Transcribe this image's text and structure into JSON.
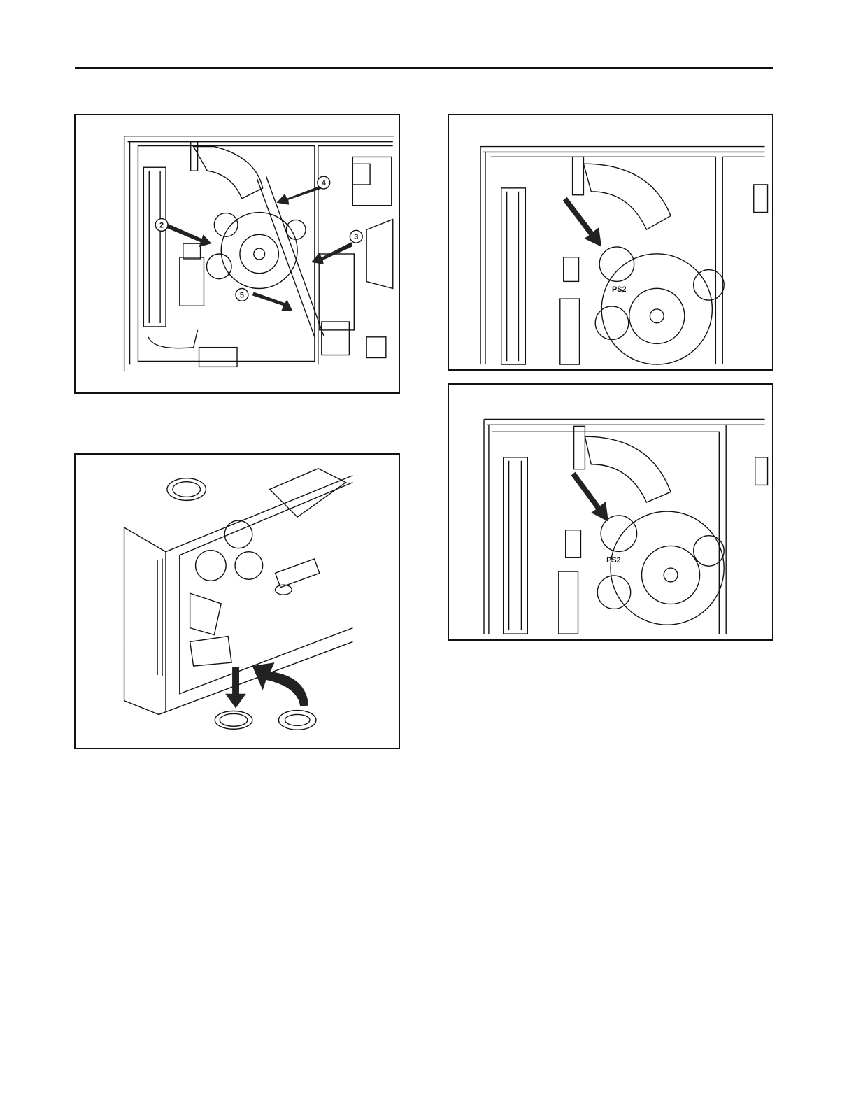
{
  "figures": {
    "fig_a": {
      "callouts": [
        {
          "id": "callout-2",
          "number": "2"
        },
        {
          "id": "callout-3",
          "number": "3"
        },
        {
          "id": "callout-4",
          "number": "4"
        },
        {
          "id": "callout-5",
          "number": "5"
        }
      ]
    },
    "fig_c": {
      "label": "PS2"
    },
    "fig_d": {
      "label": "PS2"
    }
  },
  "colors": {
    "line": "#111111",
    "arrow": "#222222",
    "paper": "#ffffff"
  },
  "icons": [
    "down-arrow-icon",
    "curved-arrow-icon"
  ]
}
